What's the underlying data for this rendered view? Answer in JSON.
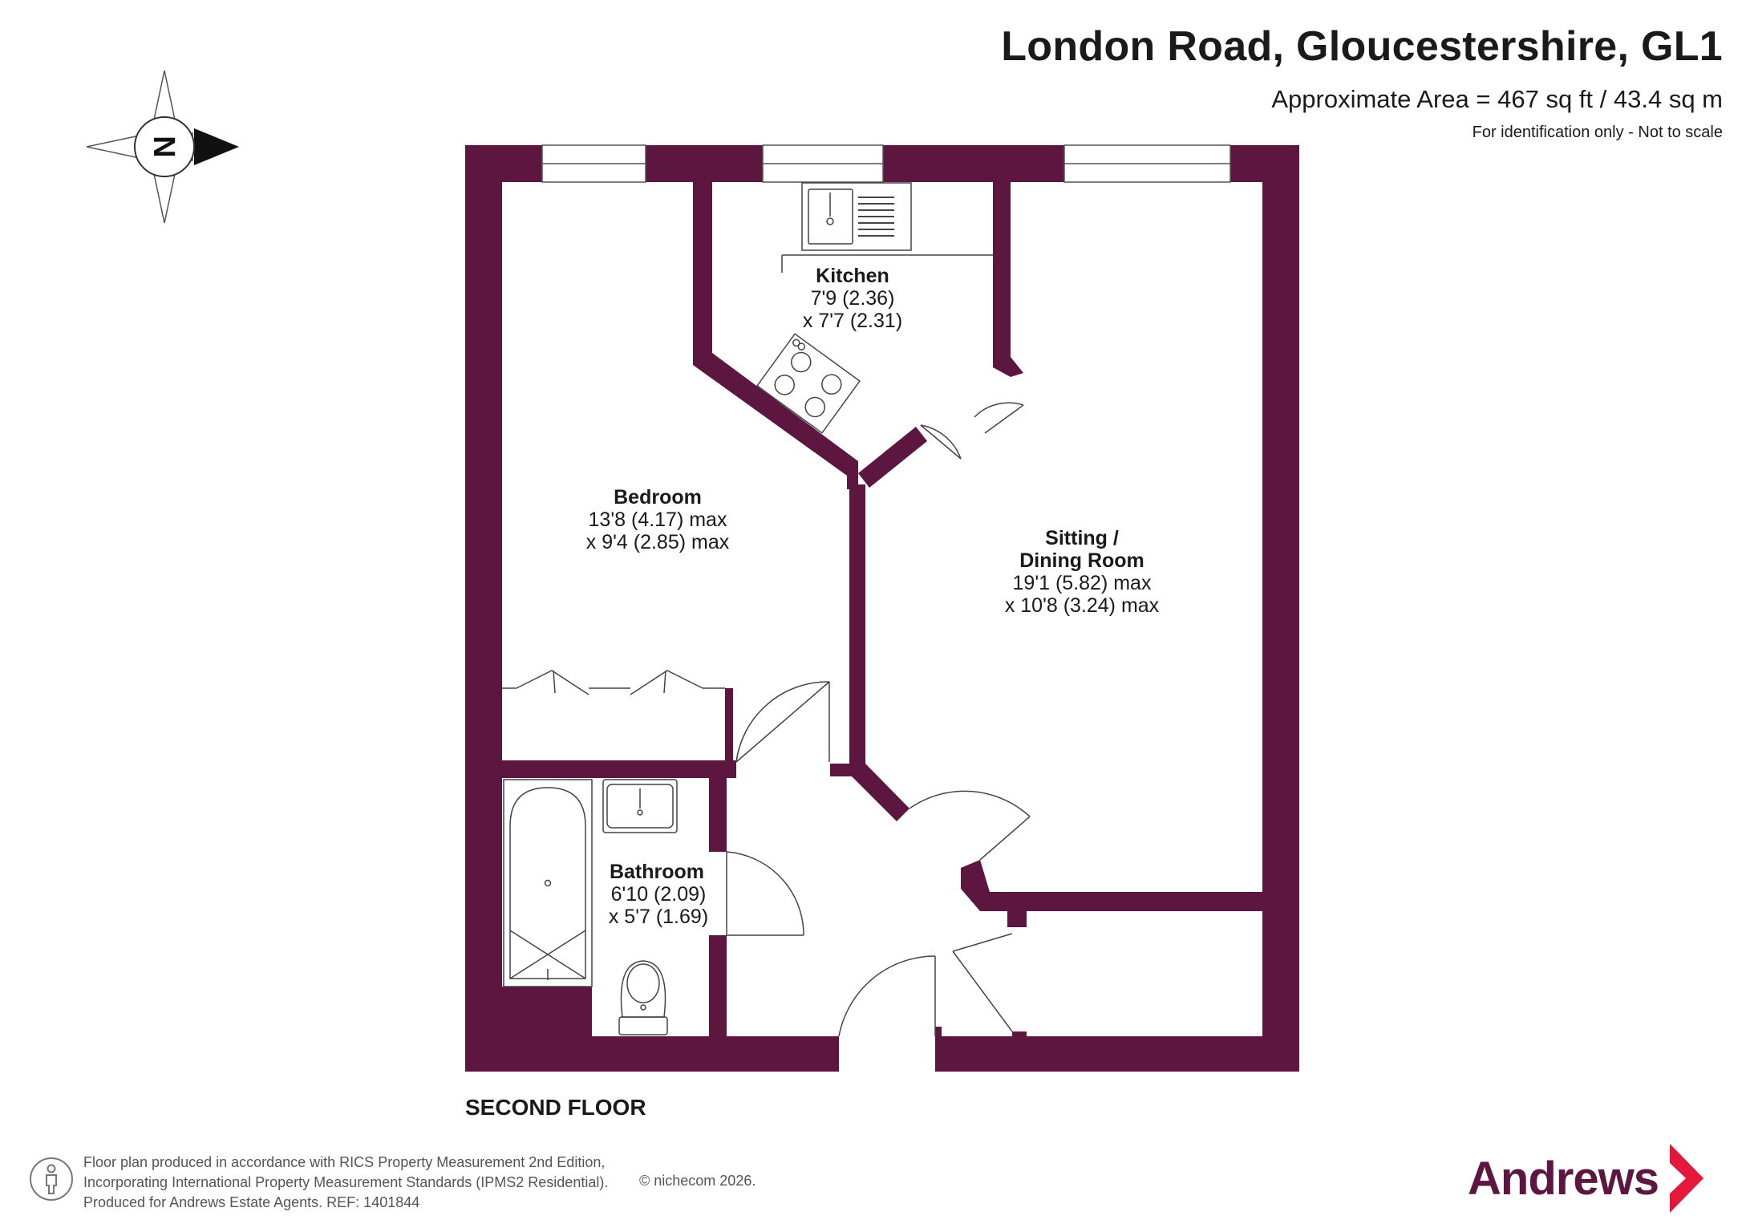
{
  "header": {
    "title": "London Road, Gloucestershire, GL1",
    "area": "Approximate Area = 467 sq ft / 43.4 sq m",
    "note": "For identification only - Not to scale"
  },
  "compass": {
    "label": "N"
  },
  "rooms": {
    "kitchen": {
      "name": "Kitchen",
      "dim1": "7'9 (2.36)",
      "dim2": "x 7'7 (2.31)"
    },
    "bedroom": {
      "name": "Bedroom",
      "dim1": "13'8 (4.17) max",
      "dim2": "x 9'4 (2.85) max"
    },
    "sitting": {
      "name1": "Sitting /",
      "name2": "Dining Room",
      "dim1": "19'1 (5.82) max",
      "dim2": "x 10'8 (3.24) max"
    },
    "bathroom": {
      "name": "Bathroom",
      "dim1": "6'10 (2.09)",
      "dim2": "x 5'7 (1.69)"
    }
  },
  "floor_label": "SECOND FLOOR",
  "footer": {
    "line1": "Floor plan produced in accordance with RICS Property Measurement 2nd Edition,",
    "line2": "Incorporating International Property Measurement Standards (IPMS2 Residential).",
    "line3": "Produced for Andrews Estate Agents.   REF: 1401844",
    "copyright": "© nichecom 2026."
  },
  "brand": {
    "name": "Andrews",
    "color": "#5c1640",
    "accent": "#e3183a"
  },
  "colors": {
    "wall": "#5c1640",
    "line": "#333333"
  }
}
